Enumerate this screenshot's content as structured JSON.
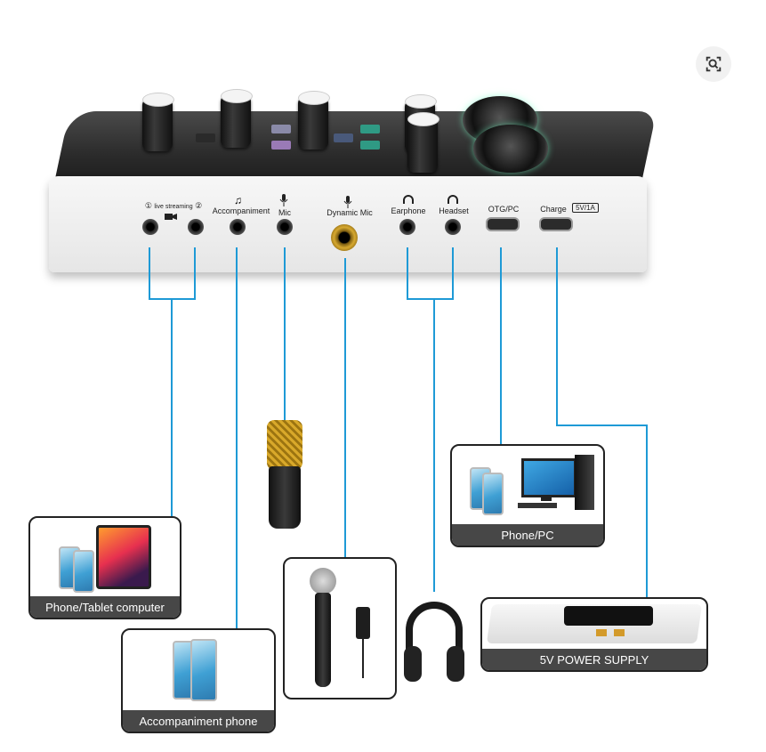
{
  "device": {
    "ports": {
      "live_streaming": "live streaming",
      "live_1": "①",
      "live_2": "②",
      "accompaniment": "Accompaniment",
      "mic": "Mic",
      "dynamic_mic": "Dynamic Mic",
      "earphone": "Earphone",
      "headset": "Headset",
      "otg_pc": "OTG/PC",
      "charge": "Charge",
      "charge_badge": "5V/1A"
    }
  },
  "boxes": {
    "phone_tablet": "Phone/Tablet computer",
    "accompaniment_phone": "Accompaniment phone",
    "phone_pc": "Phone/PC",
    "power_supply": "5V POWER SUPPLY"
  },
  "icons": [
    "zoom-search-icon",
    "music-note-icon",
    "microphone-icon",
    "headphone-icon",
    "camera-icon"
  ],
  "colors": {
    "line": "#1e9ad6",
    "caption_bg": "#474747"
  }
}
